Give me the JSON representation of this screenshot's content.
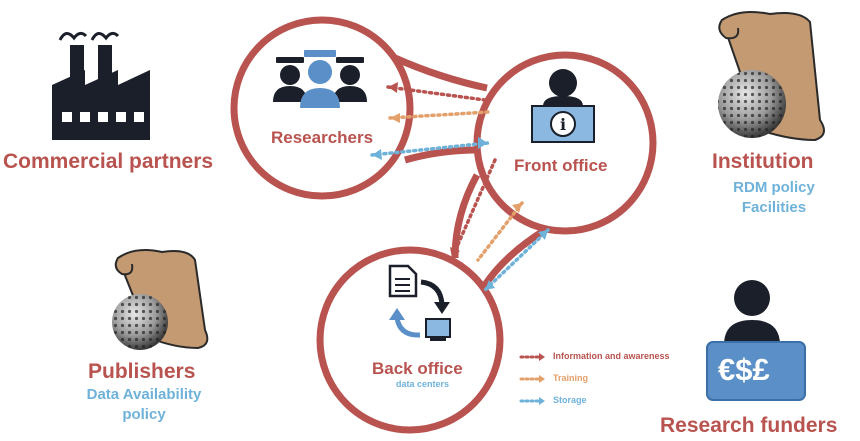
{
  "nodes": {
    "researchers": "Researchers",
    "front_office": "Front office",
    "back_office": "Back office",
    "back_office_sub": "data centers"
  },
  "stakeholders": {
    "commercial_partners": "Commercial partners",
    "institution": "Institution",
    "institution_items": [
      "RDM policy",
      "Facilities"
    ],
    "publishers": "Publishers",
    "publishers_items": [
      "Data Availability",
      "policy"
    ],
    "research_funders": "Research funders",
    "currency_symbols": "€$£"
  },
  "legend": [
    {
      "label": "Information and awareness",
      "color": "#b9534f"
    },
    {
      "label": "Training",
      "color": "#e3a06b"
    },
    {
      "label": "Storage",
      "color": "#6fb2d9"
    }
  ],
  "colors": {
    "circle_stroke": "#b9534f",
    "icon_dark": "#1a1f2a",
    "icon_blue": "#5b8fc7",
    "scroll_brown": "#c49a72"
  }
}
